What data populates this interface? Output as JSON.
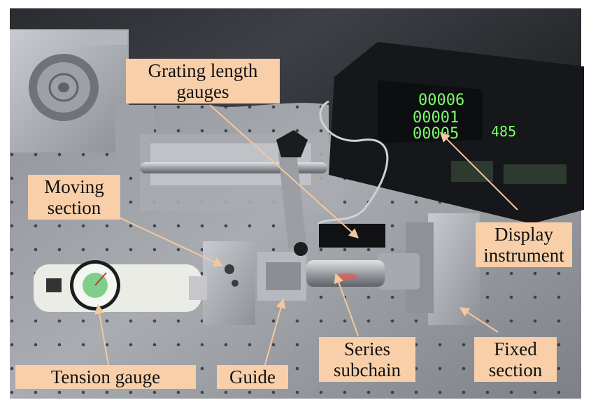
{
  "labels": {
    "grating_line1": "Grating length",
    "grating_line2": "gauges",
    "moving_line1": "Moving",
    "moving_line2": "section",
    "display_line1": "Display",
    "display_line2": "instrument",
    "tension": "Tension gauge",
    "guide": "Guide",
    "series_line1": "Series",
    "series_line2": "subchain",
    "fixed_line1": "Fixed",
    "fixed_line2": "section"
  },
  "display_readout": {
    "row1": "00006",
    "row2": "00001",
    "row3": "00005",
    "side": "485"
  },
  "colors": {
    "label_bg": "#f8cfa8",
    "arrow": "#f3c89e",
    "led": "#7dff6a"
  }
}
